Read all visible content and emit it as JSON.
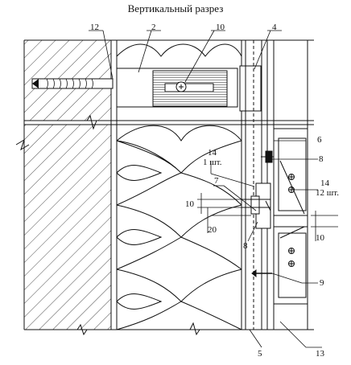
{
  "title": "Вертикальный разрез",
  "callouts": {
    "c2": "2",
    "c4": "4",
    "c5": "5",
    "c6": "6",
    "c7": "7",
    "c8a": "8",
    "c8b": "8",
    "c9": "9",
    "c10a": "10",
    "c10b": "10",
    "c10c": "10",
    "c12": "12",
    "c13": "13",
    "c14a": "14",
    "c14a_qty": "1 шт.",
    "c14b": "14",
    "c14b_qty": "12 шт.",
    "c20": "20"
  }
}
